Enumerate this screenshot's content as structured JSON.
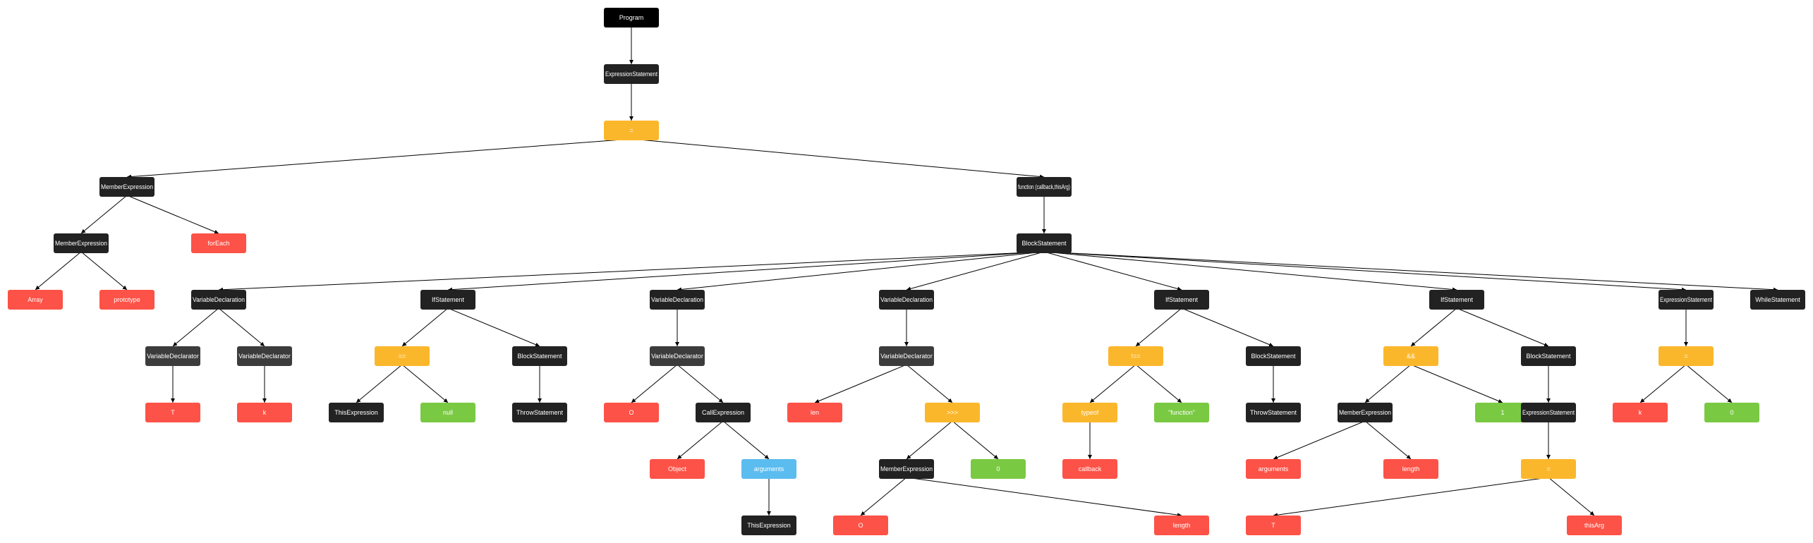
{
  "colors": {
    "root": "#000000",
    "dark": "#222222",
    "gray": "#3c3c3c",
    "operator": "#fbb72c",
    "identifier": "#fd5247",
    "literal": "#7ac943",
    "special": "#5bbcf0",
    "edge": "#000000"
  },
  "nodes": [
    {
      "id": "n0",
      "label": "Program",
      "kind": "root"
    },
    {
      "id": "n1",
      "label": "ExpressionStatement",
      "kind": "dark"
    },
    {
      "id": "n2",
      "label": "=",
      "kind": "operator"
    },
    {
      "id": "n3",
      "label": "MemberExpression",
      "kind": "dark"
    },
    {
      "id": "n4",
      "label": "function (callback,thisArg)",
      "kind": "dark"
    },
    {
      "id": "n5",
      "label": "MemberExpression",
      "kind": "dark"
    },
    {
      "id": "n6",
      "label": "forEach",
      "kind": "identifier"
    },
    {
      "id": "n7",
      "label": "BlockStatement",
      "kind": "dark"
    },
    {
      "id": "n8",
      "label": "Array",
      "kind": "identifier"
    },
    {
      "id": "n9",
      "label": "prototype",
      "kind": "identifier"
    },
    {
      "id": "n10",
      "label": "VariableDeclaration",
      "kind": "dark"
    },
    {
      "id": "n11",
      "label": "IfStatement",
      "kind": "dark"
    },
    {
      "id": "n12",
      "label": "VariableDeclaration",
      "kind": "dark"
    },
    {
      "id": "n13",
      "label": "VariableDeclaration",
      "kind": "dark"
    },
    {
      "id": "n14",
      "label": "IfStatement",
      "kind": "dark"
    },
    {
      "id": "n15",
      "label": "IfStatement",
      "kind": "dark"
    },
    {
      "id": "n16",
      "label": "ExpressionStatement",
      "kind": "dark"
    },
    {
      "id": "n17",
      "label": "WhileStatement",
      "kind": "dark"
    },
    {
      "id": "n18",
      "label": "VariableDeclarator",
      "kind": "gray"
    },
    {
      "id": "n19",
      "label": "VariableDeclarator",
      "kind": "gray"
    },
    {
      "id": "n20",
      "label": "==",
      "kind": "operator"
    },
    {
      "id": "n21",
      "label": "BlockStatement",
      "kind": "dark"
    },
    {
      "id": "n22",
      "label": "VariableDeclarator",
      "kind": "gray"
    },
    {
      "id": "n23",
      "label": "VariableDeclarator",
      "kind": "gray"
    },
    {
      "id": "n24",
      "label": "!==",
      "kind": "operator"
    },
    {
      "id": "n25",
      "label": "BlockStatement",
      "kind": "dark"
    },
    {
      "id": "n26",
      "label": "&&",
      "kind": "operator"
    },
    {
      "id": "n27",
      "label": "BlockStatement",
      "kind": "dark"
    },
    {
      "id": "n28",
      "label": "=",
      "kind": "operator"
    },
    {
      "id": "n29",
      "label": "T",
      "kind": "identifier"
    },
    {
      "id": "n30",
      "label": "k",
      "kind": "identifier"
    },
    {
      "id": "n31",
      "label": "ThisExpression",
      "kind": "dark"
    },
    {
      "id": "n32",
      "label": "null",
      "kind": "literal"
    },
    {
      "id": "n33",
      "label": "ThrowStatement",
      "kind": "dark"
    },
    {
      "id": "n34",
      "label": "O",
      "kind": "identifier"
    },
    {
      "id": "n35",
      "label": "CallExpression",
      "kind": "dark"
    },
    {
      "id": "n36",
      "label": "len",
      "kind": "identifier"
    },
    {
      "id": "n37",
      "label": ">>>",
      "kind": "operator"
    },
    {
      "id": "n38",
      "label": "typeof",
      "kind": "operator"
    },
    {
      "id": "n39",
      "label": "\"function\"",
      "kind": "literal"
    },
    {
      "id": "n40",
      "label": "ThrowStatement",
      "kind": "dark"
    },
    {
      "id": "n41",
      "label": "MemberExpression",
      "kind": "dark"
    },
    {
      "id": "n42",
      "label": "1",
      "kind": "literal"
    },
    {
      "id": "n43",
      "label": "ExpressionStatement",
      "kind": "dark"
    },
    {
      "id": "n44",
      "label": "k",
      "kind": "identifier"
    },
    {
      "id": "n45",
      "label": "0",
      "kind": "literal"
    },
    {
      "id": "n46",
      "label": "Object",
      "kind": "identifier"
    },
    {
      "id": "n47",
      "label": "arguments",
      "kind": "special"
    },
    {
      "id": "n48",
      "label": "MemberExpression",
      "kind": "dark"
    },
    {
      "id": "n49",
      "label": "0",
      "kind": "literal"
    },
    {
      "id": "n50",
      "label": "callback",
      "kind": "identifier"
    },
    {
      "id": "n51",
      "label": "arguments",
      "kind": "identifier"
    },
    {
      "id": "n52",
      "label": "length",
      "kind": "identifier"
    },
    {
      "id": "n53",
      "label": "=",
      "kind": "operator"
    },
    {
      "id": "n54",
      "label": "ThisExpression",
      "kind": "dark"
    },
    {
      "id": "n55",
      "label": "O",
      "kind": "identifier"
    },
    {
      "id": "n56",
      "label": "length",
      "kind": "identifier"
    },
    {
      "id": "n57",
      "label": "T",
      "kind": "identifier"
    },
    {
      "id": "n58",
      "label": "thisArg",
      "kind": "identifier"
    }
  ],
  "edges": [
    [
      "n0",
      "n1"
    ],
    [
      "n1",
      "n2"
    ],
    [
      "n2",
      "n3"
    ],
    [
      "n2",
      "n4"
    ],
    [
      "n3",
      "n5"
    ],
    [
      "n3",
      "n6"
    ],
    [
      "n4",
      "n7"
    ],
    [
      "n5",
      "n8"
    ],
    [
      "n5",
      "n9"
    ],
    [
      "n7",
      "n10"
    ],
    [
      "n7",
      "n11"
    ],
    [
      "n7",
      "n12"
    ],
    [
      "n7",
      "n13"
    ],
    [
      "n7",
      "n14"
    ],
    [
      "n7",
      "n15"
    ],
    [
      "n7",
      "n16"
    ],
    [
      "n7",
      "n17"
    ],
    [
      "n10",
      "n18"
    ],
    [
      "n10",
      "n19"
    ],
    [
      "n18",
      "n29"
    ],
    [
      "n19",
      "n30"
    ],
    [
      "n11",
      "n20"
    ],
    [
      "n11",
      "n21"
    ],
    [
      "n20",
      "n31"
    ],
    [
      "n20",
      "n32"
    ],
    [
      "n21",
      "n33"
    ],
    [
      "n12",
      "n22"
    ],
    [
      "n22",
      "n34"
    ],
    [
      "n22",
      "n35"
    ],
    [
      "n35",
      "n46"
    ],
    [
      "n35",
      "n47"
    ],
    [
      "n47",
      "n54"
    ],
    [
      "n13",
      "n23"
    ],
    [
      "n23",
      "n36"
    ],
    [
      "n23",
      "n37"
    ],
    [
      "n37",
      "n48"
    ],
    [
      "n37",
      "n49"
    ],
    [
      "n48",
      "n55"
    ],
    [
      "n48",
      "n56"
    ],
    [
      "n14",
      "n24"
    ],
    [
      "n14",
      "n25"
    ],
    [
      "n24",
      "n38"
    ],
    [
      "n24",
      "n39"
    ],
    [
      "n38",
      "n50"
    ],
    [
      "n25",
      "n40"
    ],
    [
      "n15",
      "n26"
    ],
    [
      "n15",
      "n27"
    ],
    [
      "n26",
      "n41"
    ],
    [
      "n26",
      "n42"
    ],
    [
      "n41",
      "n51"
    ],
    [
      "n41",
      "n52"
    ],
    [
      "n27",
      "n43"
    ],
    [
      "n43",
      "n53"
    ],
    [
      "n53",
      "n57"
    ],
    [
      "n53",
      "n58"
    ],
    [
      "n16",
      "n28"
    ],
    [
      "n28",
      "n44"
    ],
    [
      "n28",
      "n45"
    ]
  ]
}
